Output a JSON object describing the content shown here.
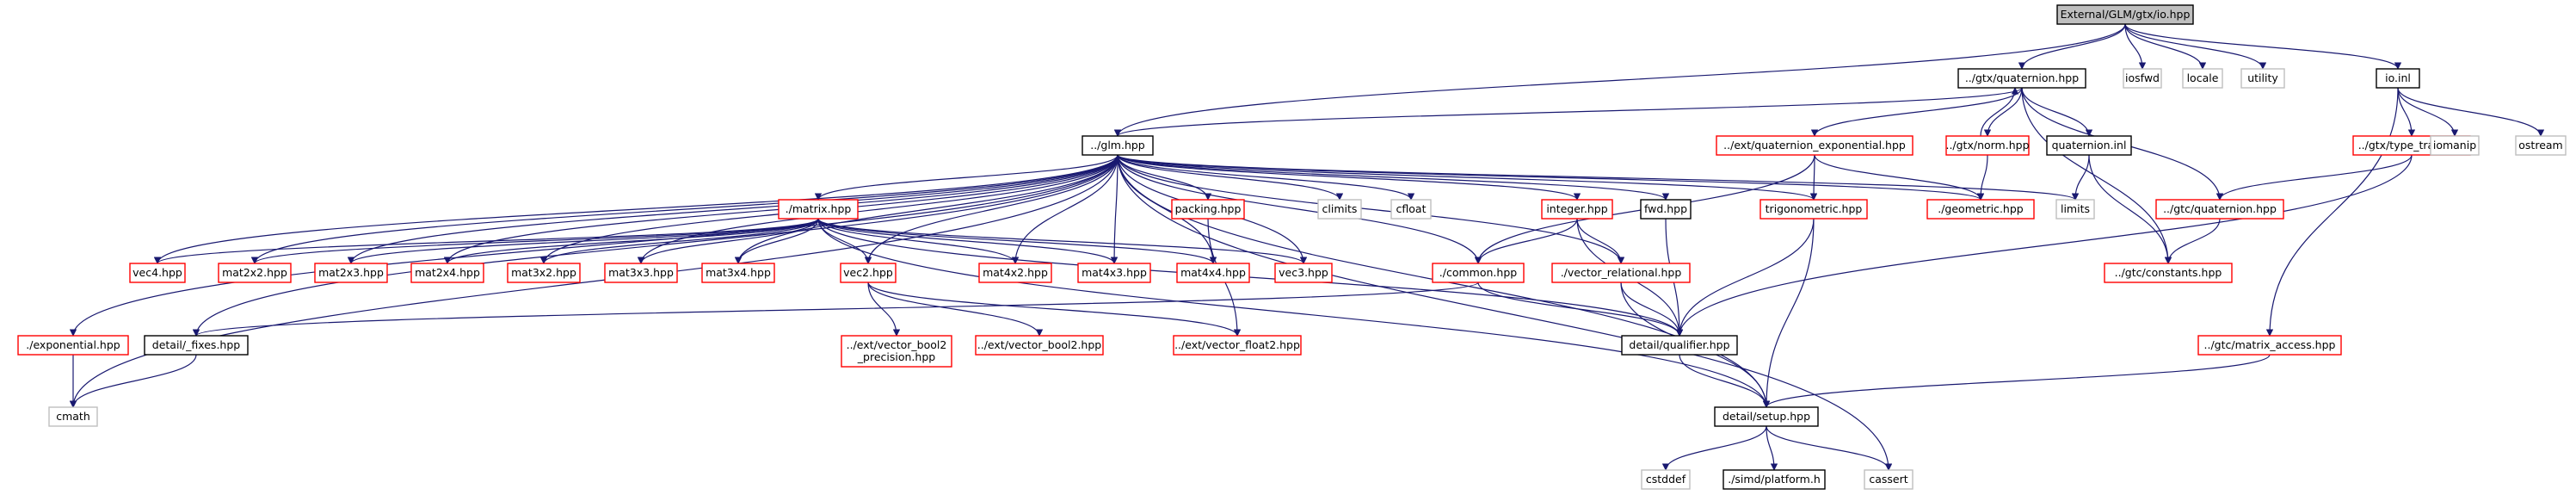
{
  "graph": {
    "nodes": [
      {
        "id": "root",
        "label": "External/GLM/gtx/io.hpp",
        "kind": "root"
      },
      {
        "id": "quaternion_gtx",
        "label": "../gtx/quaternion.hpp",
        "kind": "documented"
      },
      {
        "id": "iosfwd",
        "label": "iosfwd",
        "kind": "external"
      },
      {
        "id": "locale",
        "label": "locale",
        "kind": "external"
      },
      {
        "id": "utility",
        "label": "utility",
        "kind": "external"
      },
      {
        "id": "io_inl",
        "label": "io.inl",
        "kind": "documented"
      },
      {
        "id": "glm",
        "label": "../glm.hpp",
        "kind": "documented"
      },
      {
        "id": "quat_exp",
        "label": "../ext/quaternion_exponential.hpp",
        "kind": "other"
      },
      {
        "id": "norm",
        "label": "../gtx/norm.hpp",
        "kind": "other"
      },
      {
        "id": "quat_inl",
        "label": "quaternion.inl",
        "kind": "documented"
      },
      {
        "id": "type_trait",
        "label": "../gtx/type_trait.hpp",
        "kind": "other"
      },
      {
        "id": "iomanip",
        "label": "iomanip",
        "kind": "external"
      },
      {
        "id": "ostream",
        "label": "ostream",
        "kind": "external"
      },
      {
        "id": "matrix",
        "label": "./matrix.hpp",
        "kind": "other"
      },
      {
        "id": "packing",
        "label": "packing.hpp",
        "kind": "other"
      },
      {
        "id": "climits",
        "label": "climits",
        "kind": "external"
      },
      {
        "id": "cfloat",
        "label": "cfloat",
        "kind": "external"
      },
      {
        "id": "integer",
        "label": "integer.hpp",
        "kind": "other"
      },
      {
        "id": "fwd",
        "label": "fwd.hpp",
        "kind": "documented"
      },
      {
        "id": "trig",
        "label": "trigonometric.hpp",
        "kind": "other"
      },
      {
        "id": "geometric",
        "label": "./geometric.hpp",
        "kind": "other"
      },
      {
        "id": "limits",
        "label": "limits",
        "kind": "external"
      },
      {
        "id": "gtc_quat",
        "label": "../gtc/quaternion.hpp",
        "kind": "other"
      },
      {
        "id": "vec4",
        "label": "vec4.hpp",
        "kind": "other"
      },
      {
        "id": "mat2x2",
        "label": "mat2x2.hpp",
        "kind": "other"
      },
      {
        "id": "mat2x3",
        "label": "mat2x3.hpp",
        "kind": "other"
      },
      {
        "id": "mat2x4",
        "label": "mat2x4.hpp",
        "kind": "other"
      },
      {
        "id": "mat3x2",
        "label": "mat3x2.hpp",
        "kind": "other"
      },
      {
        "id": "mat3x3",
        "label": "mat3x3.hpp",
        "kind": "other"
      },
      {
        "id": "mat3x4",
        "label": "mat3x4.hpp",
        "kind": "other"
      },
      {
        "id": "vec2",
        "label": "vec2.hpp",
        "kind": "other"
      },
      {
        "id": "mat4x2",
        "label": "mat4x2.hpp",
        "kind": "other"
      },
      {
        "id": "mat4x3",
        "label": "mat4x3.hpp",
        "kind": "other"
      },
      {
        "id": "mat4x4",
        "label": "mat4x4.hpp",
        "kind": "other"
      },
      {
        "id": "vec3",
        "label": "vec3.hpp",
        "kind": "other"
      },
      {
        "id": "common",
        "label": "./common.hpp",
        "kind": "other"
      },
      {
        "id": "vec_rel",
        "label": "./vector_relational.hpp",
        "kind": "other"
      },
      {
        "id": "gtc_const",
        "label": "../gtc/constants.hpp",
        "kind": "other"
      },
      {
        "id": "exponential",
        "label": "./exponential.hpp",
        "kind": "other"
      },
      {
        "id": "fixes",
        "label": "detail/_fixes.hpp",
        "kind": "documented"
      },
      {
        "id": "vec_bool2_prec",
        "label": "../ext/vector_bool2\n_precision.hpp",
        "kind": "other"
      },
      {
        "id": "vec_bool2",
        "label": "../ext/vector_bool2.hpp",
        "kind": "other"
      },
      {
        "id": "vec_float2",
        "label": "../ext/vector_float2.hpp",
        "kind": "other"
      },
      {
        "id": "qualifier",
        "label": "detail/qualifier.hpp",
        "kind": "documented"
      },
      {
        "id": "matrix_access",
        "label": "../gtc/matrix_access.hpp",
        "kind": "other"
      },
      {
        "id": "cmath",
        "label": "cmath",
        "kind": "external"
      },
      {
        "id": "setup",
        "label": "detail/setup.hpp",
        "kind": "documented"
      },
      {
        "id": "cstddef",
        "label": "cstddef",
        "kind": "external"
      },
      {
        "id": "platform",
        "label": "./simd/platform.h",
        "kind": "documented"
      },
      {
        "id": "cassert",
        "label": "cassert",
        "kind": "external"
      }
    ],
    "edges": [
      [
        "root",
        "quaternion_gtx"
      ],
      [
        "root",
        "iosfwd"
      ],
      [
        "root",
        "locale"
      ],
      [
        "root",
        "utility"
      ],
      [
        "root",
        "io_inl"
      ],
      [
        "root",
        "glm"
      ],
      [
        "quaternion_gtx",
        "glm"
      ],
      [
        "quaternion_gtx",
        "quat_exp"
      ],
      [
        "quaternion_gtx",
        "norm"
      ],
      [
        "quaternion_gtx",
        "quat_inl"
      ],
      [
        "quaternion_gtx",
        "gtc_const"
      ],
      [
        "quaternion_gtx",
        "gtc_quat"
      ],
      [
        "io_inl",
        "type_trait"
      ],
      [
        "io_inl",
        "iomanip"
      ],
      [
        "io_inl",
        "ostream"
      ],
      [
        "io_inl",
        "matrix_access"
      ],
      [
        "glm",
        "matrix"
      ],
      [
        "glm",
        "packing"
      ],
      [
        "glm",
        "climits"
      ],
      [
        "glm",
        "cfloat"
      ],
      [
        "glm",
        "integer"
      ],
      [
        "glm",
        "fwd"
      ],
      [
        "glm",
        "trig"
      ],
      [
        "glm",
        "geometric"
      ],
      [
        "glm",
        "limits"
      ],
      [
        "glm",
        "vec4"
      ],
      [
        "glm",
        "mat2x2"
      ],
      [
        "glm",
        "mat2x3"
      ],
      [
        "glm",
        "mat2x4"
      ],
      [
        "glm",
        "mat3x2"
      ],
      [
        "glm",
        "mat3x3"
      ],
      [
        "glm",
        "mat3x4"
      ],
      [
        "glm",
        "vec2"
      ],
      [
        "glm",
        "mat4x2"
      ],
      [
        "glm",
        "mat4x3"
      ],
      [
        "glm",
        "mat4x4"
      ],
      [
        "glm",
        "vec3"
      ],
      [
        "glm",
        "common"
      ],
      [
        "glm",
        "vec_rel"
      ],
      [
        "glm",
        "exponential"
      ],
      [
        "glm",
        "fixes"
      ],
      [
        "glm",
        "cmath"
      ],
      [
        "glm",
        "setup"
      ],
      [
        "glm",
        "cassert"
      ],
      [
        "quat_exp",
        "geometric"
      ],
      [
        "quat_exp",
        "trig"
      ],
      [
        "quat_exp",
        "common"
      ],
      [
        "norm",
        "geometric"
      ],
      [
        "norm",
        "quaternion_gtx"
      ],
      [
        "quat_inl",
        "limits"
      ],
      [
        "quat_inl",
        "gtc_const"
      ],
      [
        "type_trait",
        "gtc_quat"
      ],
      [
        "type_trait",
        "qualifier"
      ],
      [
        "gtc_quat",
        "gtc_const"
      ],
      [
        "matrix",
        "vec4"
      ],
      [
        "matrix",
        "mat2x2"
      ],
      [
        "matrix",
        "mat2x3"
      ],
      [
        "matrix",
        "mat2x4"
      ],
      [
        "matrix",
        "mat3x2"
      ],
      [
        "matrix",
        "mat3x3"
      ],
      [
        "matrix",
        "mat3x4"
      ],
      [
        "matrix",
        "vec2"
      ],
      [
        "matrix",
        "mat4x2"
      ],
      [
        "matrix",
        "mat4x3"
      ],
      [
        "matrix",
        "mat4x4"
      ],
      [
        "matrix",
        "vec3"
      ],
      [
        "matrix",
        "qualifier"
      ],
      [
        "matrix",
        "setup"
      ],
      [
        "packing",
        "vec_float2"
      ],
      [
        "integer",
        "common"
      ],
      [
        "integer",
        "vec_rel"
      ],
      [
        "integer",
        "qualifier"
      ],
      [
        "fwd",
        "qualifier"
      ],
      [
        "trig",
        "qualifier"
      ],
      [
        "trig",
        "setup"
      ],
      [
        "vec2",
        "vec_bool2_prec"
      ],
      [
        "vec2",
        "vec_bool2"
      ],
      [
        "vec2",
        "vec_float2"
      ],
      [
        "common",
        "qualifier"
      ],
      [
        "common",
        "fixes"
      ],
      [
        "vec_rel",
        "qualifier"
      ],
      [
        "vec_rel",
        "setup"
      ],
      [
        "exponential",
        "cmath"
      ],
      [
        "fixes",
        "cmath"
      ],
      [
        "qualifier",
        "setup"
      ],
      [
        "matrix_access",
        "setup"
      ],
      [
        "setup",
        "cstddef"
      ],
      [
        "setup",
        "platform"
      ],
      [
        "setup",
        "cassert"
      ]
    ]
  },
  "colors": {
    "root_fill": "#bfbfbf",
    "documented_border": "#000000",
    "other_border": "#ff0000",
    "external_border": "#bfbfbf",
    "edge": "#191970"
  }
}
